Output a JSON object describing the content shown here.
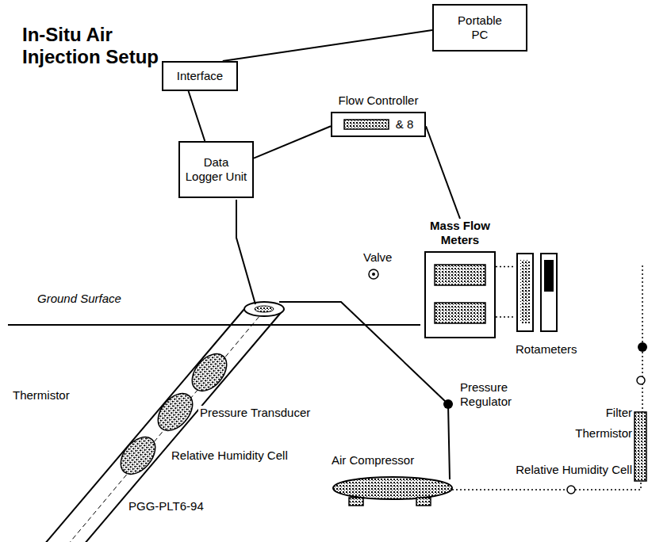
{
  "diagram": {
    "title": "In-Situ Air Injection Setup",
    "nodes": [
      {
        "text": [
          "Portable PC"
        ]
      },
      {
        "text": [
          "Interface"
        ]
      },
      {
        "text": [
          "Flow Controller",
          "& 8"
        ]
      },
      {
        "text": [
          "Data Logger Unit"
        ]
      },
      {
        "text": [
          "Mass Flow Meters"
        ]
      },
      {
        "text": [
          "Rotameters"
        ]
      }
    ],
    "edges": [
      {
        "from": 1,
        "to": 0,
        "arrow": "none"
      },
      {
        "from": 3,
        "to": 1,
        "arrow": "none"
      },
      {
        "from": 3,
        "to": 2,
        "arrow": "none"
      },
      {
        "from": 2,
        "to": 4,
        "arrow": "none"
      },
      {
        "from": 4,
        "to": 5,
        "arrow": "none"
      }
    ],
    "labels": [
      "Ground Surface",
      "Valve",
      "Thermistor",
      "Pressure Transducer",
      "Relative Humidity Cell",
      "PGG-PLT6-94",
      "Pressure Regulator",
      "Air Compressor",
      "Filter",
      "Thermistor",
      "Relative Humidity Cell"
    ]
  }
}
